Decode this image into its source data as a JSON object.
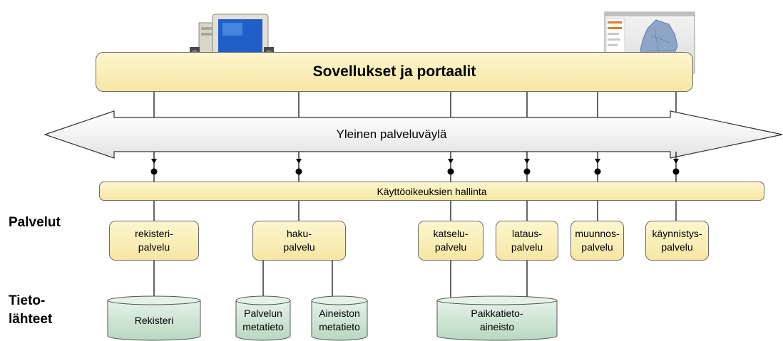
{
  "applications": {
    "label": "Sovellukset ja portaalit",
    "left_icon": "computer-icon",
    "right_icon": "map-screenshot-icon"
  },
  "bus": {
    "label": "Yleinen palveluväylä"
  },
  "access": {
    "label": "Käyttöoikeuksien hallinta"
  },
  "side_labels": {
    "services": "Palvelut",
    "sources": "Tieto-\nlähteet"
  },
  "services": [
    {
      "label": "rekisteri-\npalvelu"
    },
    {
      "label": "haku-\npalvelu"
    },
    {
      "label": "katselu-\npalvelu"
    },
    {
      "label": "lataus-\npalvelu"
    },
    {
      "label": "muunnos-\npalvelu"
    },
    {
      "label": "käynnistys-\npalvelu"
    }
  ],
  "sources": [
    {
      "label": "Rekisteri"
    },
    {
      "label": "Palvelun\nmetatieto"
    },
    {
      "label": "Aineiston\nmetatieto"
    },
    {
      "label": "Paikkatieto-\naineisto"
    }
  ],
  "colors": {
    "box_fill": "#f9ecb4",
    "cylinder_fill": "#cfe5d4",
    "line": "#000000"
  }
}
